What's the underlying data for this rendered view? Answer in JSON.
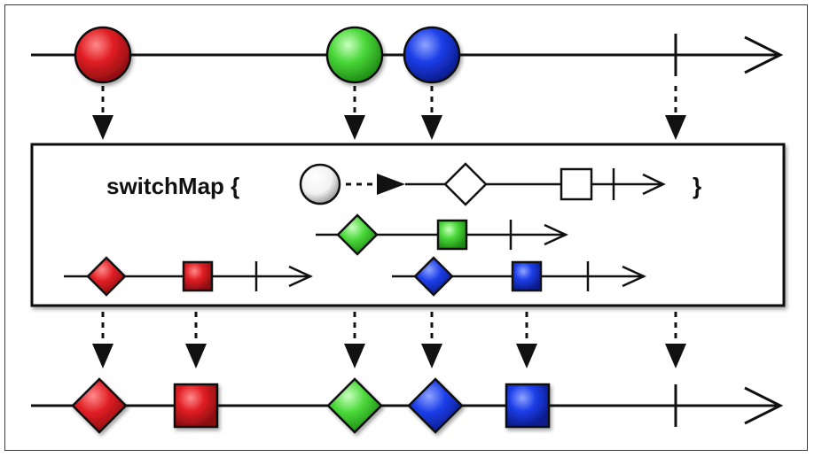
{
  "operator": {
    "label": "switchMap {",
    "closing_brace": "}"
  },
  "colors": {
    "red": "#e01e24",
    "green": "#4bd83a",
    "blue": "#1c3ee8",
    "white": "#ffffff",
    "line": "#111111"
  },
  "source_stream": {
    "items": [
      {
        "shape": "circle",
        "color": "red"
      },
      {
        "shape": "circle",
        "color": "green"
      },
      {
        "shape": "circle",
        "color": "blue"
      }
    ],
    "completes": true
  },
  "projection_template": [
    "circle",
    "diamond",
    "square",
    "complete"
  ],
  "inner_streams": [
    {
      "color": "red",
      "items": [
        "diamond",
        "square"
      ],
      "completes": true
    },
    {
      "color": "green",
      "items": [
        "diamond",
        "square"
      ],
      "completes": true
    },
    {
      "color": "blue",
      "items": [
        "diamond",
        "square"
      ],
      "completes": true
    }
  ],
  "output_stream": {
    "items": [
      {
        "shape": "diamond",
        "color": "red"
      },
      {
        "shape": "square",
        "color": "red"
      },
      {
        "shape": "diamond",
        "color": "green"
      },
      {
        "shape": "diamond",
        "color": "blue"
      },
      {
        "shape": "square",
        "color": "blue"
      }
    ],
    "completes": true
  }
}
